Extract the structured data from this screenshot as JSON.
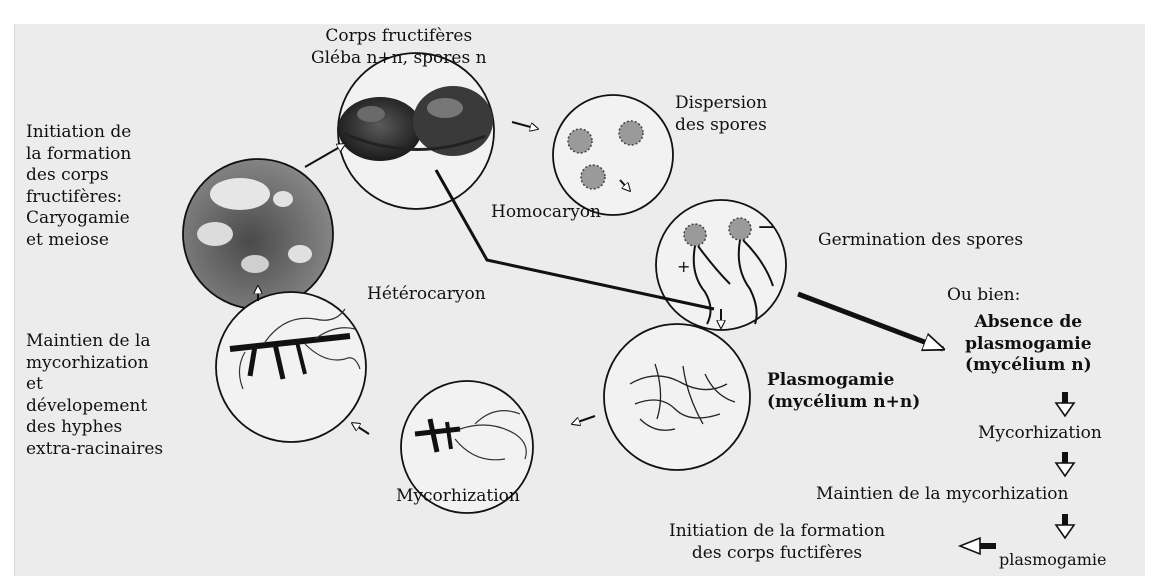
{
  "diagram": {
    "labels": {
      "corps_fructiferes": "Corps fructifères\nGléba n+n, spores n",
      "dispersion": "Dispersion\ndes spores",
      "initiation": "Initiation de\nla formation\ndes corps\nfructifères:\nCaryogamie\net meiose",
      "homocaryon": "Homocaryon",
      "germination": "Germination des spores",
      "heterocaryon": "Hétérocaryon",
      "ou_bien": "Ou bien:",
      "absence": "Absence de\nplasmogamie\n(mycélium n)",
      "maintien_left": "Maintien de la\nmycorhization\net\ndévelopement\ndes hyphes\nextra-racinaires",
      "plasmogamie": "Plasmogamie\n(mycélium n+n)",
      "mycorhization_right": "Mycorhization",
      "maintien_right": "Maintien de la mycorhization",
      "mycorhization_bottom": "Mycorhization",
      "initiation_bottom": "Initiation de la formation\ndes corps fuctifères",
      "plasmogamie_small": "plasmogamie"
    },
    "spore_signs": {
      "minus": "−",
      "plus": "+"
    },
    "colors": {
      "background": "#ececec",
      "ink": "#111111"
    }
  }
}
